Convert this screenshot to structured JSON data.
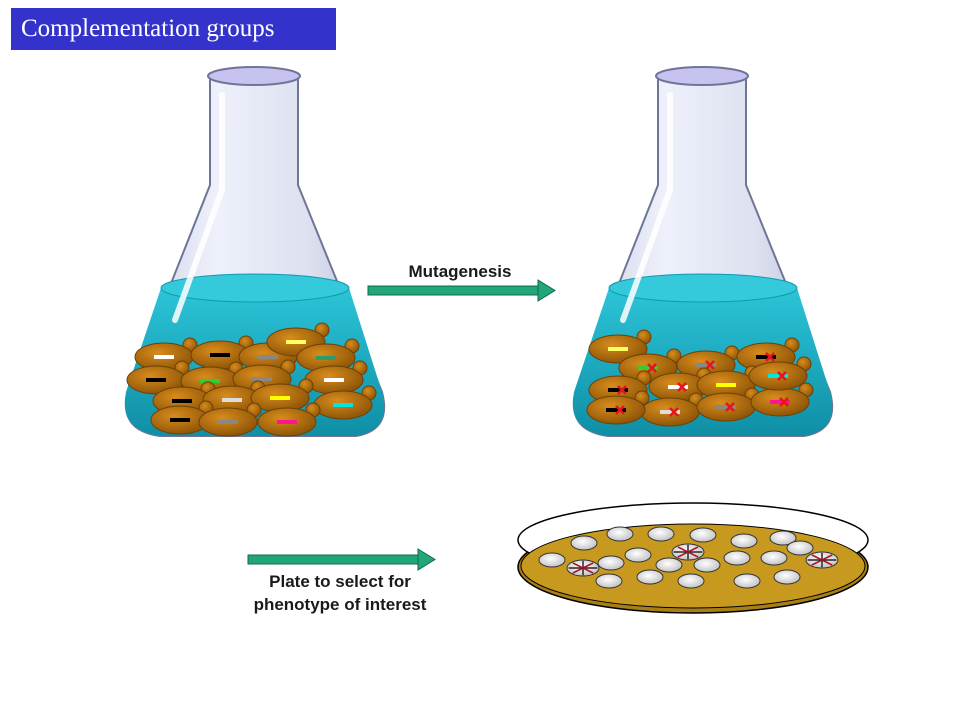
{
  "title": "Complementation groups",
  "labels": {
    "mutagenesis": "Mutagenesis",
    "plate_line1": "Plate to select for",
    "plate_line2": "phenotype of interest"
  },
  "colors": {
    "title_bg": "#3333cc",
    "liquid": "#17b0c8",
    "cell": "#b8730f",
    "arrow": "#22a57a",
    "agar": "#c79a1f",
    "mutation_mark": "#e8131b"
  },
  "flask_left": {
    "cells": [
      {
        "marker": "#ffffff"
      },
      {
        "marker": "#000000"
      },
      {
        "marker": "#888888"
      },
      {
        "marker": "#ffff66"
      },
      {
        "marker": "#2a9d6f"
      },
      {
        "marker": "#000000"
      },
      {
        "marker": "#33cc33"
      },
      {
        "marker": "#888888"
      },
      {
        "marker": "#ffffff"
      },
      {
        "marker": "#000000"
      },
      {
        "marker": "#dddddd"
      },
      {
        "marker": "#ffff00"
      },
      {
        "marker": "#00e5e5"
      },
      {
        "marker": "#000000"
      },
      {
        "marker": "#888888"
      },
      {
        "marker": "#ff1493"
      }
    ]
  },
  "flask_right": {
    "cells": [
      {
        "marker": "#ffff66",
        "mutated": false
      },
      {
        "marker": "#33cc33",
        "mutated": true
      },
      {
        "marker": "#888888",
        "mutated": true
      },
      {
        "marker": "#000000",
        "mutated": true
      },
      {
        "marker": "#ffffff",
        "mutated": true
      },
      {
        "marker": "#000000",
        "mutated": true
      },
      {
        "marker": "#dddddd",
        "mutated": true
      },
      {
        "marker": "#ffff00",
        "mutated": false
      },
      {
        "marker": "#000000",
        "mutated": true
      },
      {
        "marker": "#888888",
        "mutated": true
      },
      {
        "marker": "#ff1493",
        "mutated": true
      },
      {
        "marker": "#00e5e5",
        "mutated": true
      }
    ]
  },
  "plate": {
    "colonies": [
      {
        "striped": false
      },
      {
        "striped": false
      },
      {
        "striped": false
      },
      {
        "striped": false
      },
      {
        "striped": false
      },
      {
        "striped": false
      },
      {
        "striped": false
      },
      {
        "striped": true
      },
      {
        "striped": false
      },
      {
        "striped": false
      },
      {
        "striped": true
      },
      {
        "striped": false
      },
      {
        "striped": false
      },
      {
        "striped": false
      },
      {
        "striped": false
      },
      {
        "striped": false
      },
      {
        "striped": true
      },
      {
        "striped": false
      },
      {
        "striped": false
      },
      {
        "striped": false
      },
      {
        "striped": false
      },
      {
        "striped": false
      }
    ]
  }
}
